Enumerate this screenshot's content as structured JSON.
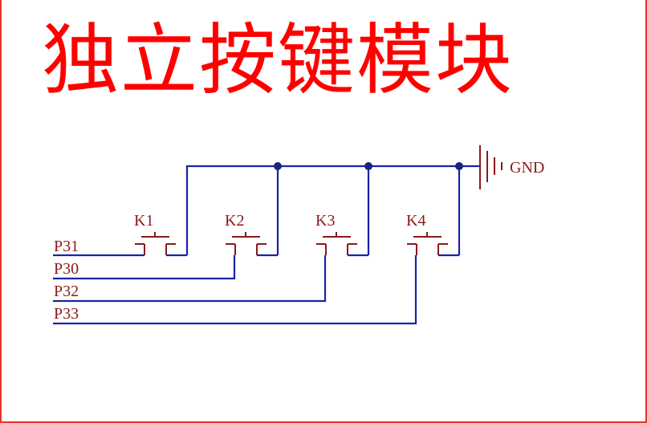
{
  "title": "独立按键模块",
  "ground_label": "GND",
  "switches": [
    {
      "label": "K1",
      "pin": "P31"
    },
    {
      "label": "K2",
      "pin": "P30"
    },
    {
      "label": "K3",
      "pin": "P32"
    },
    {
      "label": "K4",
      "pin": "P33"
    }
  ],
  "colors": {
    "frame": "#e8332a",
    "title": "#ff0000",
    "wire": "#1a23a6",
    "component": "#8b1a1a",
    "junction": "#1a237e"
  }
}
